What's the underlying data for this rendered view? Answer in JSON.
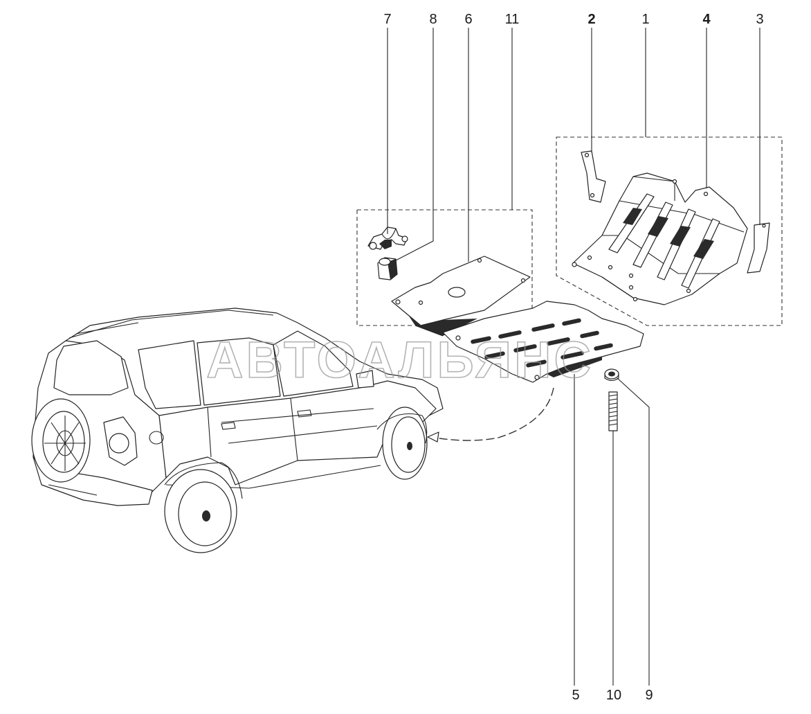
{
  "callouts": [
    {
      "id": "7",
      "label": "7"
    },
    {
      "id": "8",
      "label": "8"
    },
    {
      "id": "6",
      "label": "6"
    },
    {
      "id": "11",
      "label": "11"
    },
    {
      "id": "2",
      "label": "2"
    },
    {
      "id": "1",
      "label": "1"
    },
    {
      "id": "4",
      "label": "4"
    },
    {
      "id": "3",
      "label": "3"
    },
    {
      "id": "5",
      "label": "5"
    },
    {
      "id": "10",
      "label": "10"
    },
    {
      "id": "9",
      "label": "9"
    }
  ],
  "watermark": {
    "text": "АВТОАЛЬЯНС"
  },
  "colors": {
    "ink": "#222222",
    "watermark": "#9a9a9a",
    "background": "#ffffff"
  }
}
